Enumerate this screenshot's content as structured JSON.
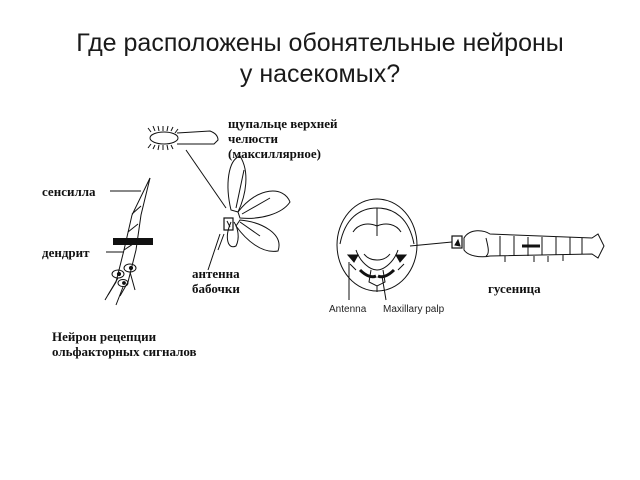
{
  "slide": {
    "title_line1": "Где расположены обонятельные нейроны",
    "title_line2": "у насекомых?"
  },
  "labels": {
    "maxillary_tentacle": "щупальце верхней\nчелюсти\n(максиллярное)",
    "sensilla": "сенсилла",
    "dendrite": "дендрит",
    "butterfly_antenna": "антенна\nбабочки",
    "caterpillar": "гусеница",
    "antenna_en": "Antenna",
    "maxillary_palp_en": "Maxillary palp",
    "neuron_caption": "Нейрон рецепции\nольфакторных сигналов"
  },
  "colors": {
    "ink": "#111111",
    "title": "#1a1a1a"
  }
}
